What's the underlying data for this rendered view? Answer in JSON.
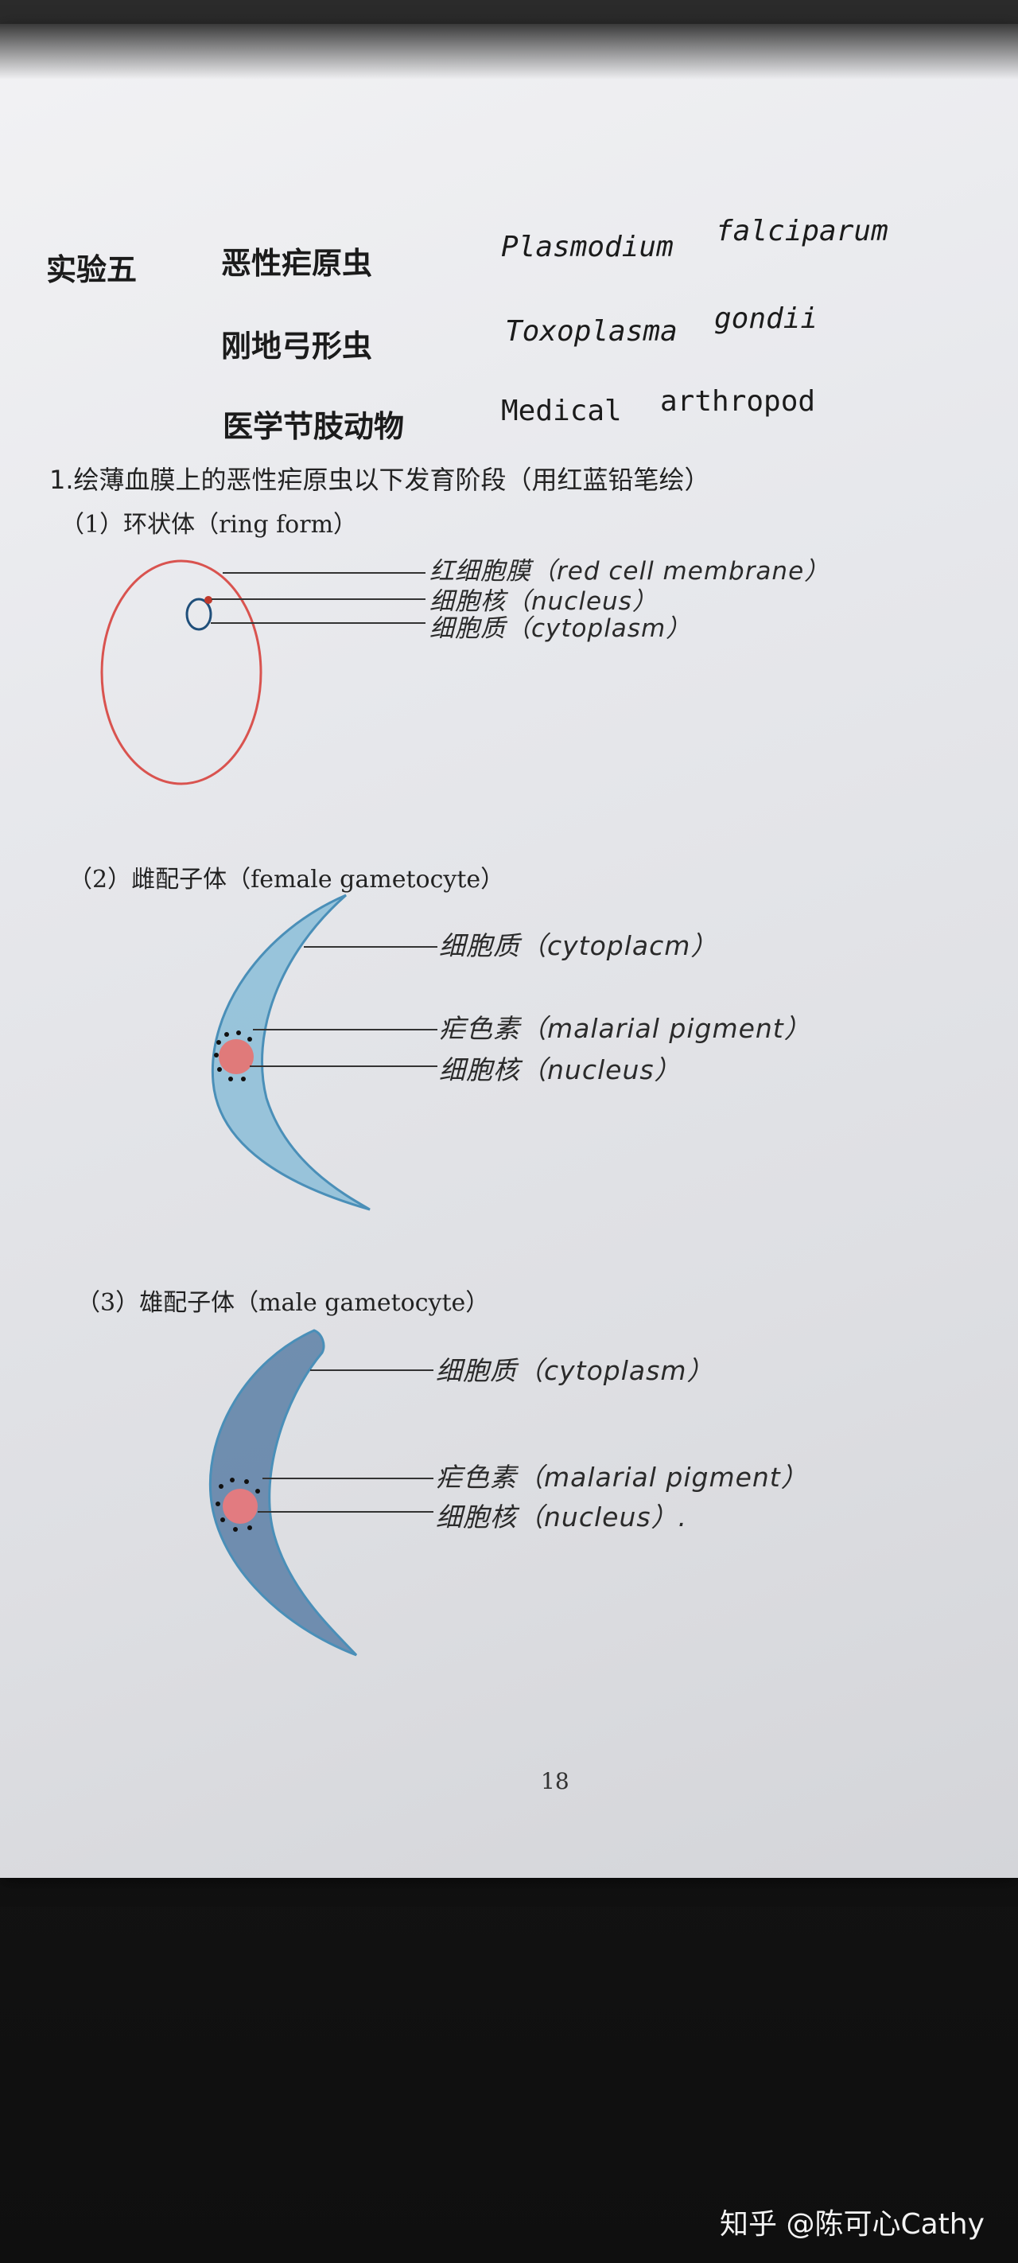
{
  "header": {
    "experiment": "实验五",
    "rows": [
      {
        "cn": "恶性疟原虫",
        "en_genus": "Plasmodium",
        "en_species": "falciparum"
      },
      {
        "cn": "刚地弓形虫",
        "en_genus": "Toxoplasma",
        "en_species": "gondii"
      },
      {
        "cn": "医学节肢动物",
        "en_genus": "Medical",
        "en_species": "arthropod"
      }
    ]
  },
  "question": "1.绘薄血膜上的恶性疟原虫以下发育阶段（用红蓝铅笔绘）",
  "stages": [
    {
      "title": "（1）环状体（ring form）",
      "labels": [
        "红细胞膜（red cell membrane）",
        "细胞核（nucleus）",
        "细胞质（cytoplasm）"
      ]
    },
    {
      "title": "（2）雌配子体（female gametocyte）",
      "labels": [
        "细胞质（cytoplacm）",
        "疟色素（malarial pigment）",
        "细胞核（nucleus）"
      ]
    },
    {
      "title": "（3）雄配子体（male gametocyte）",
      "labels": [
        "细胞质（cytoplasm）",
        "疟色素（malarial pigment）",
        "细胞核（nucleus）."
      ]
    }
  ],
  "page_number": "18",
  "watermark": "知乎 @陈可心Cathy",
  "colors": {
    "pencil_red": "#d9534f",
    "pencil_blue": "#5aa0c6",
    "ink": "#2a2a2a"
  }
}
